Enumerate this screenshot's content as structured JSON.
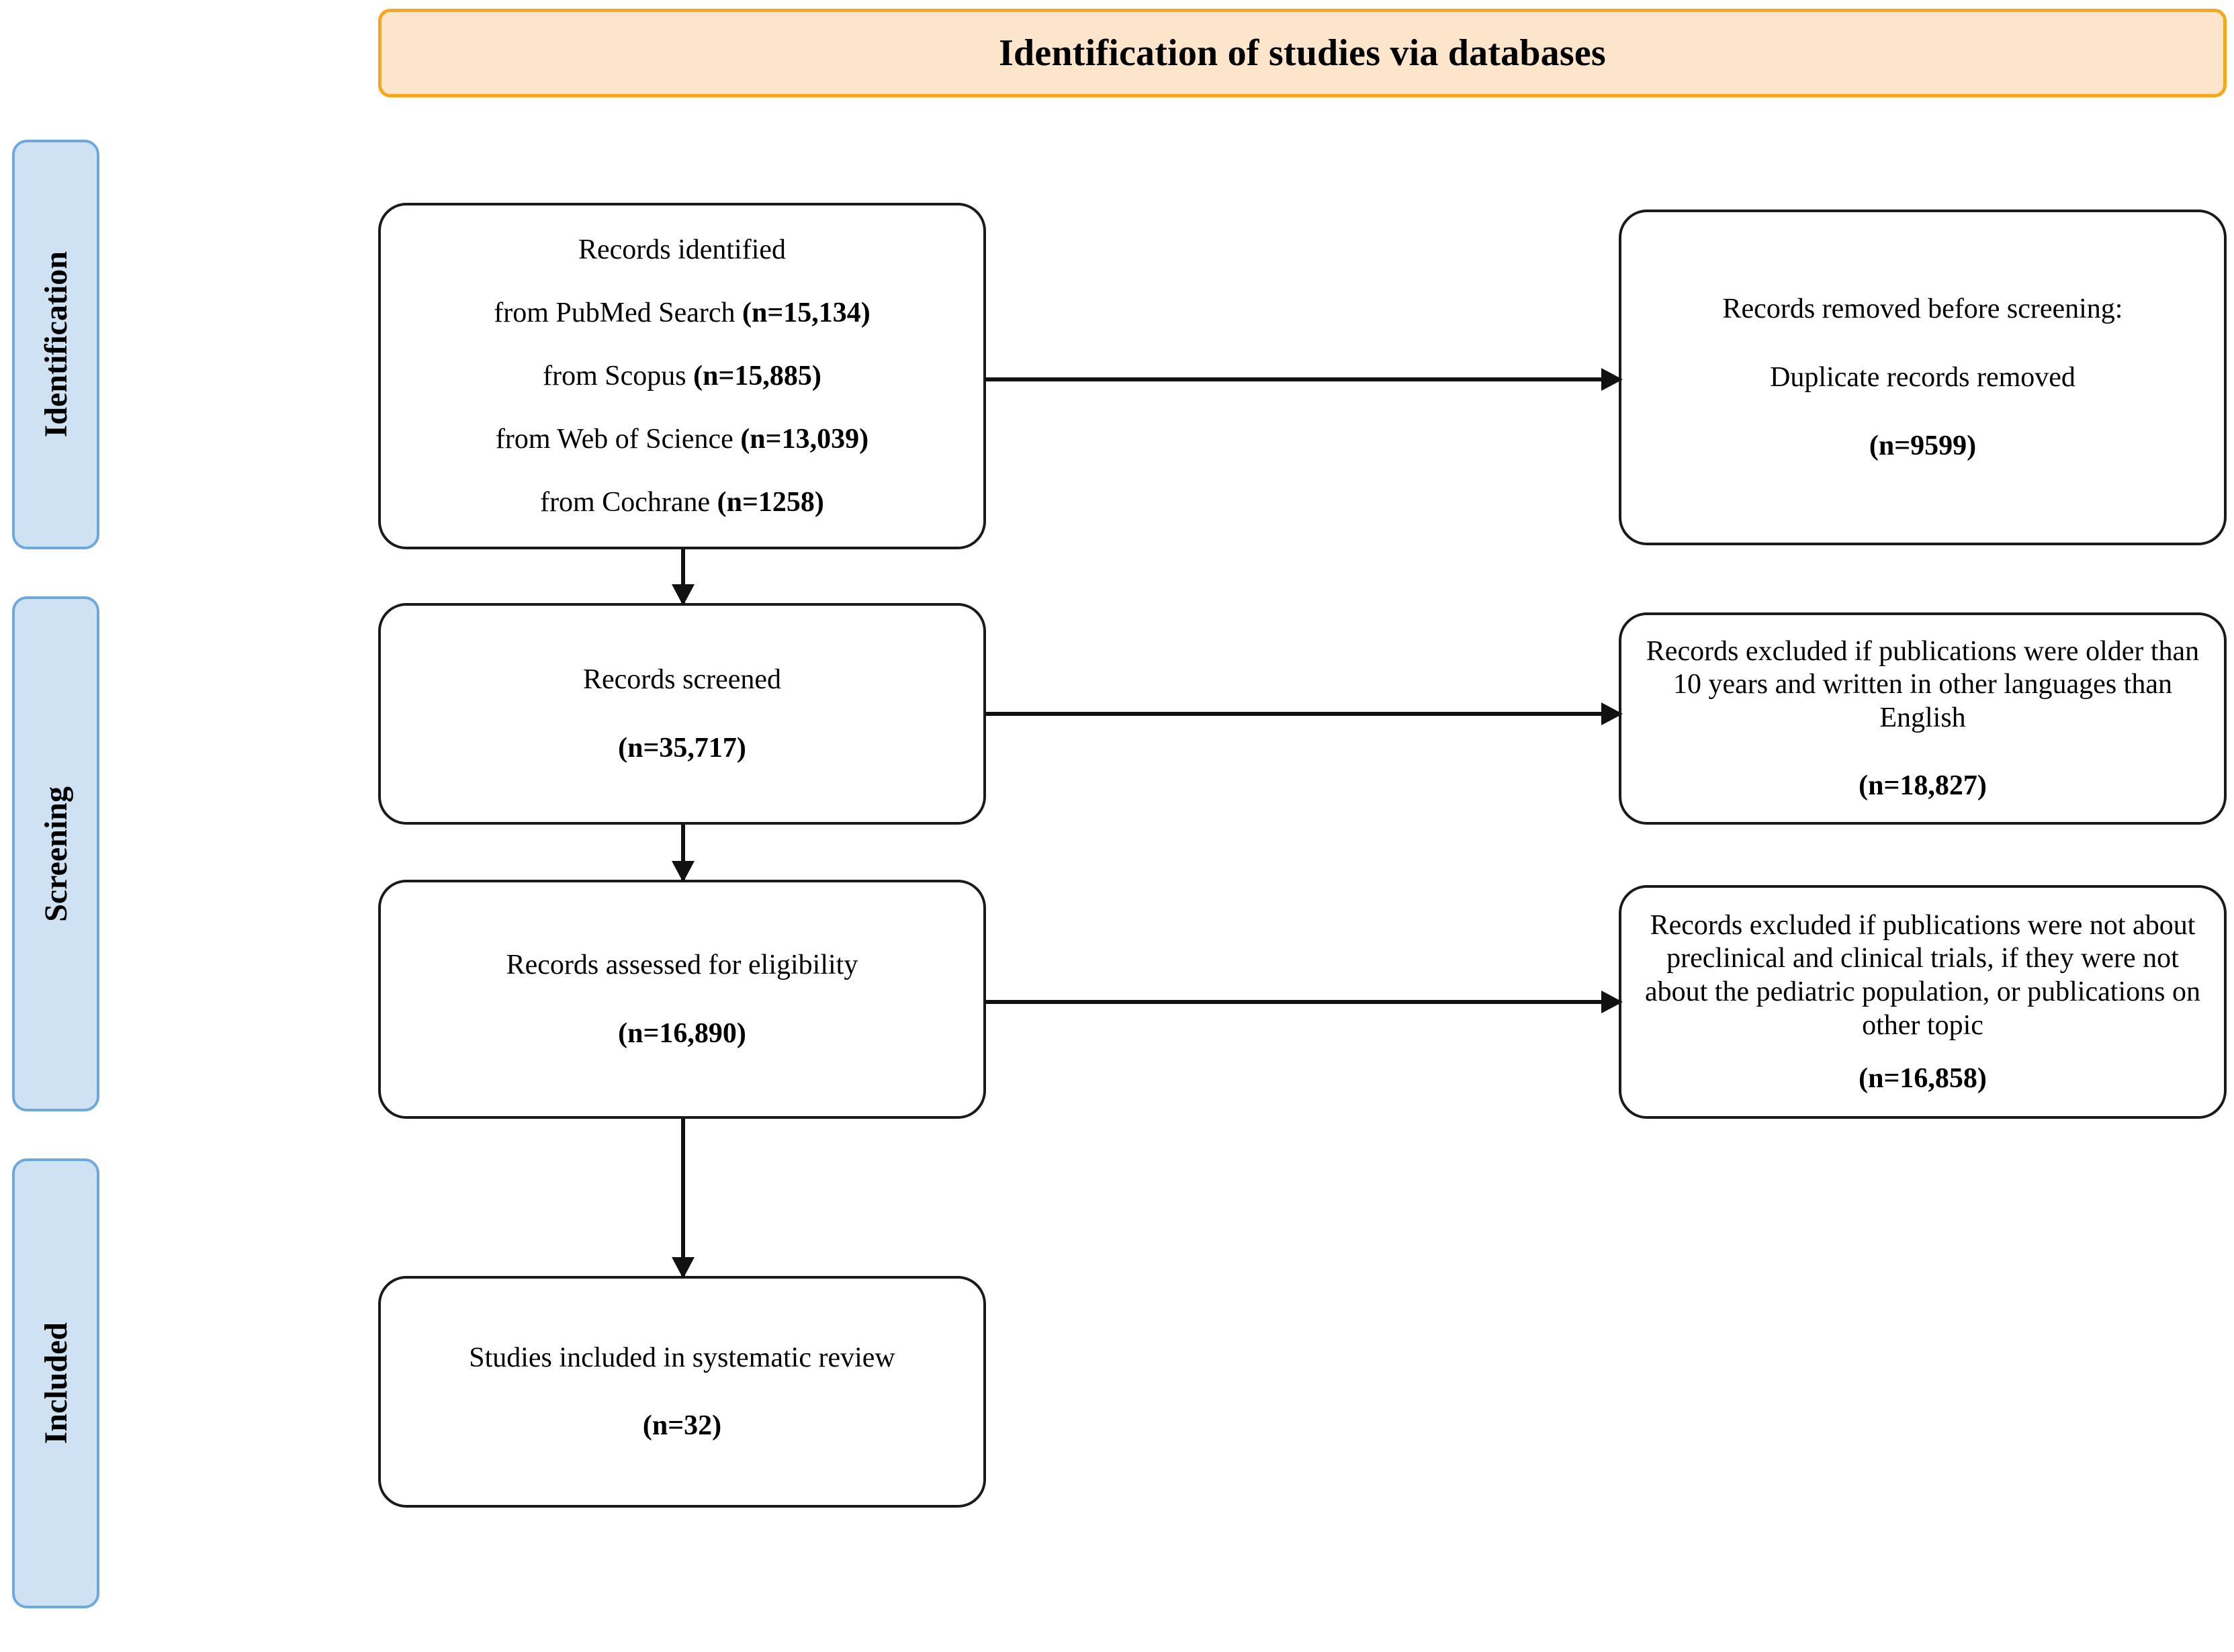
{
  "diagram": {
    "type": "prisma-flow-diagram",
    "title": "Identification of studies via databases",
    "colors": {
      "title_fill": "#FCE5CB",
      "title_border": "#F5A81C",
      "stage_fill": "#CFE2F3",
      "stage_border": "#6FA8DC",
      "box_border": "#1a1a1a",
      "box_fill": "#FFFFFF",
      "text": "#000000"
    }
  },
  "stages": [
    {
      "label": "Identification"
    },
    {
      "label": "Screening"
    },
    {
      "label": "Included"
    }
  ],
  "boxes": {
    "identified": {
      "heading": "Records identified",
      "sources": [
        {
          "label": "from PubMed Search ",
          "count": "(n=15,134)"
        },
        {
          "label": "from Scopus ",
          "count": "(n=15,885)"
        },
        {
          "label": "from Web of Science ",
          "count": "(n=13,039)"
        },
        {
          "label": "from Cochrane ",
          "count": "(n=1258)"
        }
      ]
    },
    "removed": {
      "line1": "Records removed before screening:",
      "line2": "Duplicate records removed",
      "count": "(n=9599)"
    },
    "screened": {
      "heading": "Records screened",
      "count": "(n=35,717)"
    },
    "excluded_1": {
      "text": "Records excluded if publications were older than 10 years and written in other languages than English",
      "count": "(n=18,827)"
    },
    "eligibility": {
      "heading": "Records assessed for eligibility",
      "count": "(n=16,890)"
    },
    "excluded_2": {
      "text": "Records excluded if publications were not about preclinical and clinical trials, if they were not about the pediatric population, or publications on other topic",
      "count": "(n=16,858)"
    },
    "included": {
      "heading": "Studies included in systematic review",
      "count": "(n=32)"
    }
  }
}
